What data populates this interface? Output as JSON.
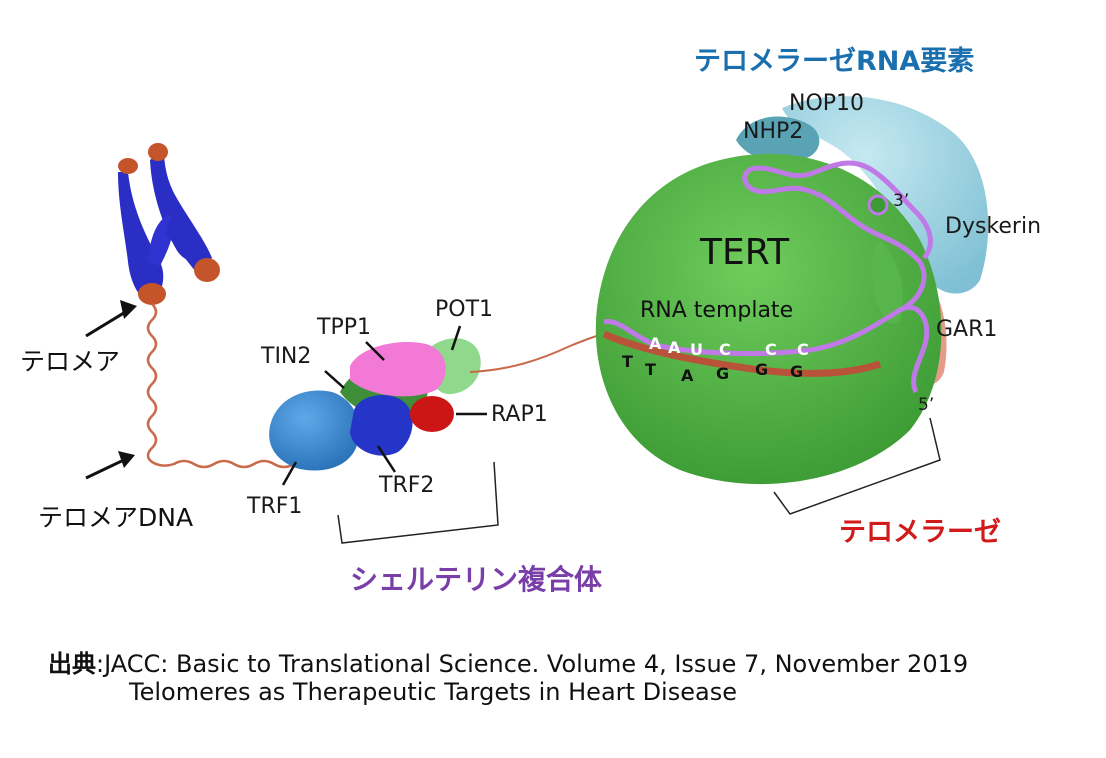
{
  "chromosome_labels": {
    "telomere": "テロメア",
    "telomere_dna": "テロメアDNA"
  },
  "shelterin": {
    "title": "シェルテリン複合体",
    "proteins": {
      "pot1": "POT1",
      "tpp1": "TPP1",
      "tin2": "TIN2",
      "rap1": "RAP1",
      "trf1": "TRF1",
      "trf2": "TRF2"
    }
  },
  "telomerase": {
    "title": "テロメラーゼ",
    "rna_element_title": "テロメラーゼRNA要素",
    "tert": "TERT",
    "rna_template": "RNA template",
    "proteins": {
      "nop10": "NOP10",
      "nhp2": "NHP2",
      "dyskerin": "Dyskerin",
      "gar1": "GAR1"
    },
    "end_3": "3’",
    "end_5": "5’",
    "template_bases": [
      "A",
      "A",
      "U",
      "C",
      "C",
      "C"
    ],
    "dna_bases": [
      "T",
      "T",
      "A",
      "G",
      "G",
      "G"
    ]
  },
  "citation": {
    "prefix": "出典",
    "separator": ":",
    "line1": "JACC: Basic to Translational Science. Volume 4, Issue 7, November 2019",
    "line2": "Telomeres as Therapeutic Targets in Heart Disease"
  },
  "colors": {
    "chromosome": "#2a2ec4",
    "telomere_cap": "#c4542a",
    "tert": "#4fb043",
    "rna": "#c07ae8",
    "trf1": "#3a86d0",
    "trf2": "#2535c8",
    "rap1": "#cc1515",
    "tpp1": "#f27ad6",
    "pot1": "#8fd88c",
    "tin2": "#3f8f3a",
    "dyskerin": "#9ed2e0",
    "title_blue": "#1a6fae",
    "title_red": "#d11a1a",
    "title_purple": "#7a3ea8"
  }
}
